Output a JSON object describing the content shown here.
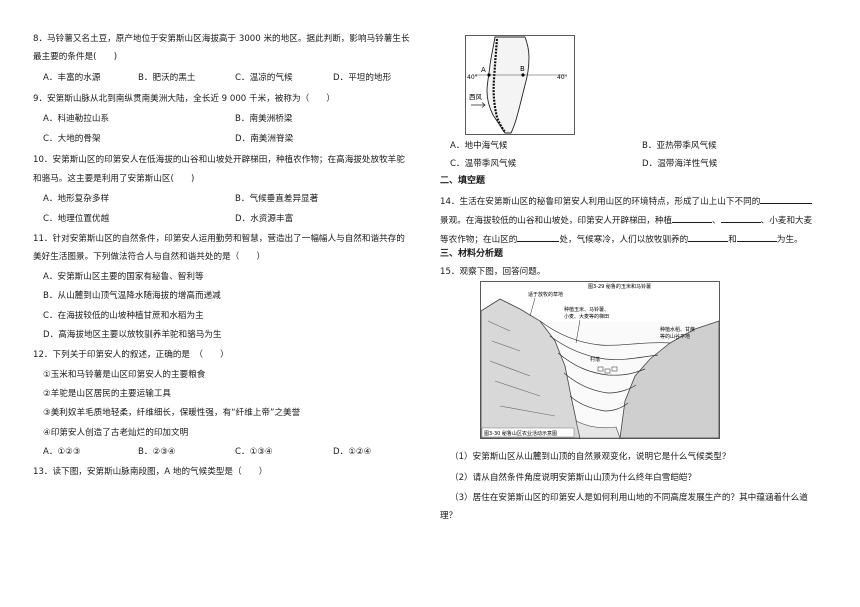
{
  "left": {
    "q8": {
      "line1": "8．马铃薯又名土豆，原产地位于安第斯山区海拔高于 3000 米的地区。据此判断，影响马铃薯生长",
      "line2": "最主要的条件是(　　)",
      "options": [
        "A．丰富的水源",
        "B．肥沃的黑土",
        "C．温凉的气候",
        "D．平坦的地形"
      ]
    },
    "q9": {
      "line1": "9．安第斯山脉从北到南纵贯南美洲大陆，全长近 9 000 千米，被称为（　　）",
      "options": [
        "A．科迪勒拉山系",
        "B．南美洲桥梁",
        "C．大地的骨架",
        "D．南美洲脊梁"
      ]
    },
    "q10": {
      "line1": "10．安第斯山区的印第安人在低海拔的山谷和山坡处开辟梯田，种植农作物；在高海拔处放牧羊驼",
      "line2": "和骆马。这主要是利用了安第斯山区(　　)",
      "options": [
        "A．地形复杂多样",
        "B．气候垂直差异显著",
        "C．地理位置优越",
        "D．水资源丰富"
      ]
    },
    "q11": {
      "line1": "11．针对安第斯山区的自然条件，印第安人运用勤劳和智慧，营造出了一幅幅人与自然和谐共存的",
      "line2": "美好生活图景。下列做法符合人与自然和谐共处的是（　　）",
      "options": [
        "A．安第斯山区主要的国家有秘鲁、智利等",
        "B．从山麓到山顶气温降水随海拔的增高而递减",
        "C．在海拔较低的山坡种植甘蔗和水稻为主",
        "D．高海拔地区主要以放牧驯养羊驼和骆马为生"
      ]
    },
    "q12": {
      "line1": "12．下列关于印第安人的叙述，正确的是　（　　）",
      "items": [
        "①玉米和马铃薯是山区印第安人的主要粮食",
        "②羊驼是山区居民的主要运输工具",
        "③美利奴羊毛质地轻柔，纤维细长，保暖性强，有“纤维上帝”之美誉",
        "④印第安人创造了古老灿烂的印加文明"
      ],
      "options": [
        "A．①②③",
        "B．②③④",
        "C．①③④",
        "D．①②④"
      ]
    },
    "q13": {
      "line1": "13．读下图，安第斯山脉南段图，A 地的气候类型是（　　）"
    }
  },
  "right": {
    "map": {
      "label_a": "A",
      "label_b": "B",
      "lat_left": "40°",
      "lat_right": "40°",
      "wind": "西风"
    },
    "q13_options": [
      "A．地中海气候",
      "B．亚热带季风气候",
      "C．温带季风气候",
      "D．温带海洋性气候"
    ],
    "sec2": "二、填空题",
    "q14": {
      "l1a": "14．生活在安第斯山区的秘鲁印第安人利用山区的环境特点，形成了山上山下不同的",
      "l2a": "景观。在海拔较低的山谷和山坡处，印第安人开辟梯田，种植",
      "l2b": "、",
      "l2c": "、小麦和大麦",
      "l3a": "等农作物；在山区的",
      "l3b": "处，气候寒冷，人们以放牧驯养的",
      "l3c": "和",
      "l3d": "为生。"
    },
    "sec3": "三、材料分析题",
    "q15": {
      "line1": "15．观察下图，回答问题。",
      "figure": {
        "caption_top": "图3-29 秘鲁的玉米和马铃薯",
        "label1": "适于放牧的草地",
        "label2a": "种植玉米、马铃薯、",
        "label2b": "小麦、大麦等的梯田",
        "label3a": "种植水稻、甘蔗",
        "label3b": "等的山谷平地",
        "label4": "村落",
        "caption_bottom": "图3-30 秘鲁山区农业活动示意图"
      },
      "sub1": "（1）安第斯山区从山麓到山顶的自然景观变化，说明它是什么气候类型？",
      "sub2": "（2）请从自然条件角度说明安第斯山山顶为什么终年白雪皑皑？",
      "sub3a": "（3）居住在安第斯山区的印第安人是如何利用山地的不同高度发展生产的？其中蕴涵着什么道",
      "sub3b": "理？"
    }
  }
}
